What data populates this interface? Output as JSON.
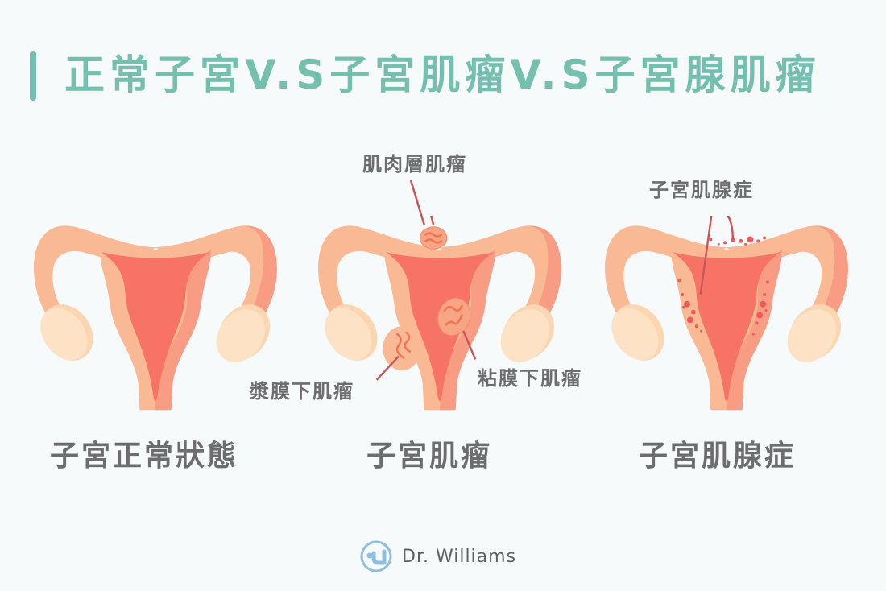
{
  "header": {
    "title": "正常子宮V.S子宮肌瘤V.S子宮腺肌瘤",
    "accent_color": "#74bfae"
  },
  "panels": [
    {
      "id": "normal",
      "caption": "子宮正常狀態",
      "annotations": []
    },
    {
      "id": "fibroids",
      "caption": "子宮肌瘤",
      "annotations": [
        {
          "label": "肌肉層肌瘤"
        },
        {
          "label": "漿膜下肌瘤"
        },
        {
          "label": "粘膜下肌瘤"
        }
      ]
    },
    {
      "id": "adenomyosis",
      "caption": "子宮肌腺症",
      "annotations": [
        {
          "label": "子宮肌腺症"
        }
      ]
    }
  ],
  "colors": {
    "uterus_outer": "#f9b995",
    "uterus_shadow": "#f89c84",
    "uterus_cavity": "#f77366",
    "ovary_light": "#fde2c6",
    "ovary_shade": "#fbd6b0",
    "pointer_line": "#cc5559",
    "label_text": "#6d6d6d",
    "logo_blue": "#8ebfdc"
  },
  "footer": {
    "brand": "Dr. Williams",
    "logo_icon": "dr-williams-logo"
  }
}
